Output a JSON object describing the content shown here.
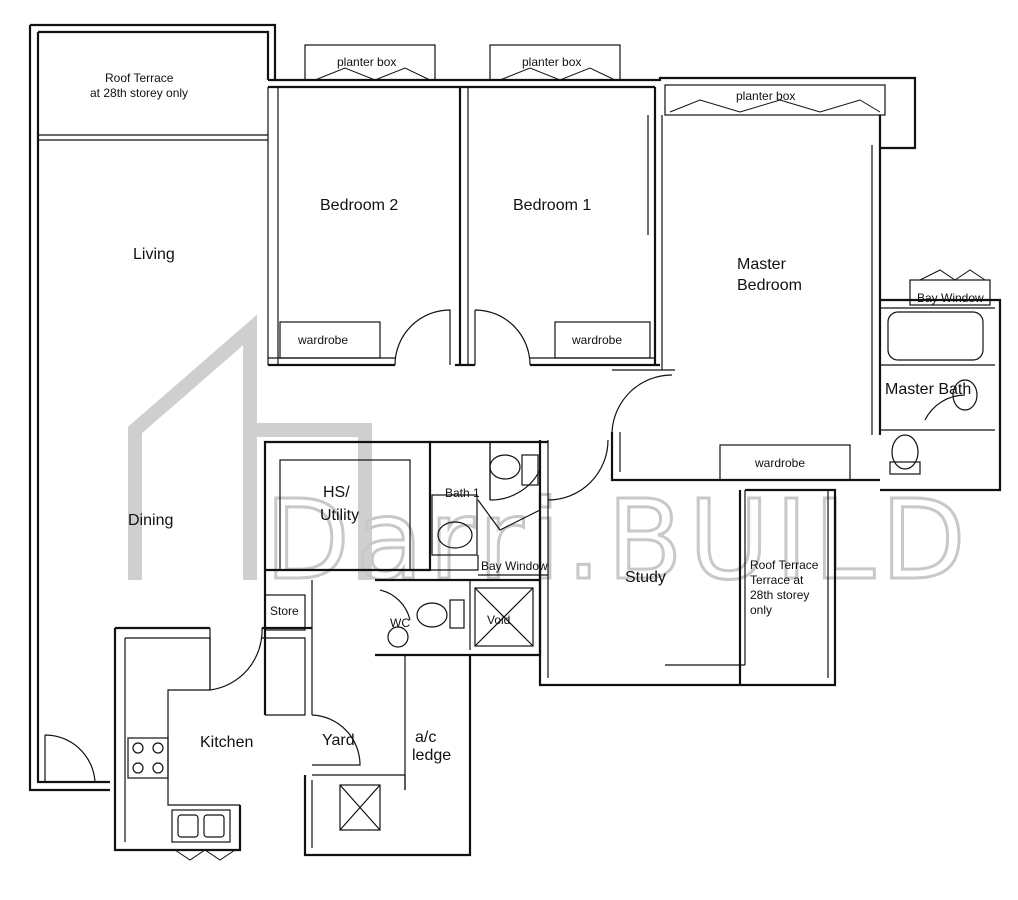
{
  "rooms": {
    "roof_terrace_top": [
      "Roof Terrace",
      "at 28th storey only"
    ],
    "living": "Living",
    "dining": "Dining",
    "bedroom2": "Bedroom 2",
    "bedroom1": "Bedroom 1",
    "master_bedroom": [
      "Master",
      "Bedroom"
    ],
    "master_bath": "Master Bath",
    "bay_window_master": "Bay Window",
    "hs_utility": [
      "HS/",
      "Utility"
    ],
    "bath1": "Bath 1",
    "bay_window_bath": "Bay Window",
    "store": "Store",
    "wc": "WC",
    "void": "Void",
    "study": "Study",
    "roof_terrace_side": [
      "Roof Terrace",
      "Terrace at",
      "28th storey",
      "only"
    ],
    "kitchen": "Kitchen",
    "yard": "Yard",
    "ac_ledge": [
      "a/c",
      "ledge"
    ]
  },
  "fixtures": {
    "planter_box_1": "planter box",
    "planter_box_2": "planter box",
    "planter_box_3": "planter box",
    "wardrobe_bed2": "wardrobe",
    "wardrobe_bed1": "wardrobe",
    "wardrobe_master": "wardrobe"
  },
  "watermark": "Darri.BUILD"
}
